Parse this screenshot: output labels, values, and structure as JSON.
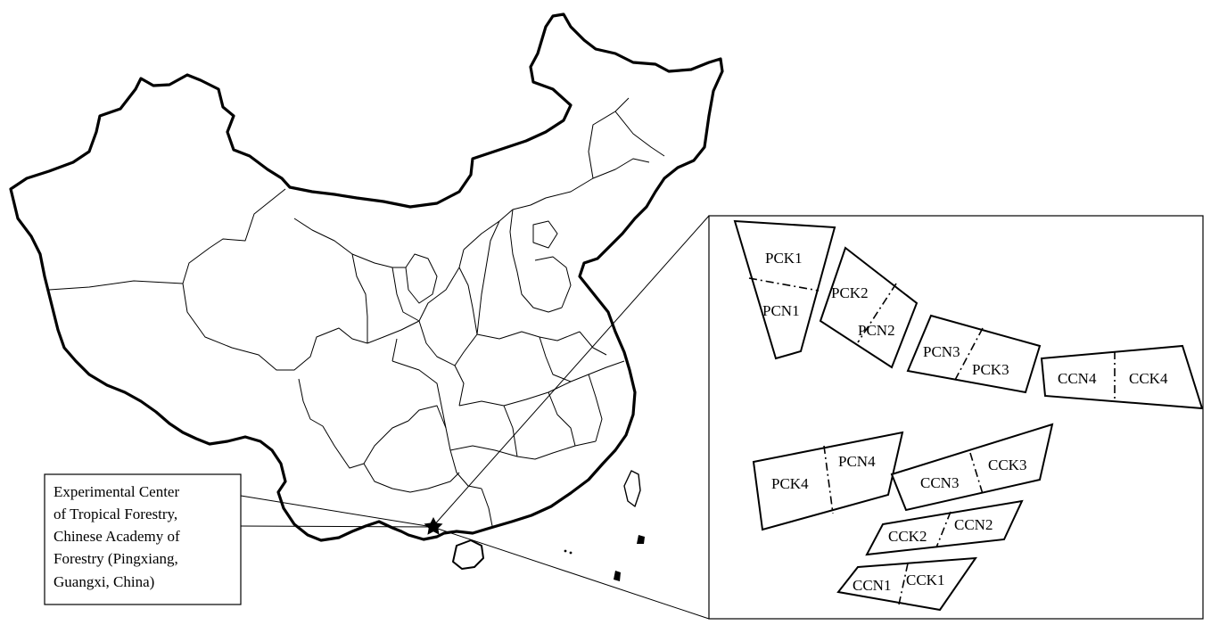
{
  "location_callout": {
    "lines": [
      "Experimental  Center",
      "of Tropical Forestry,",
      "Chinese Academy of",
      "Forestry (Pingxiang,",
      "Guangxi,  China)"
    ]
  },
  "plots": {
    "PCK1": "PCK1",
    "PCN1": "PCN1",
    "PCK2": "PCK2",
    "PCN2": "PCN2",
    "PCN3": "PCN3",
    "PCK3": "PCK3",
    "CCN4": "CCN4",
    "CCK4": "CCK4",
    "PCK4": "PCK4",
    "PCN4": "PCN4",
    "CCN3": "CCN3",
    "CCK3": "CCK3",
    "CCK2": "CCK2",
    "CCN2": "CCN2",
    "CCN1": "CCN1",
    "CCK1": "CCK1"
  },
  "site_marker": "star-icon"
}
